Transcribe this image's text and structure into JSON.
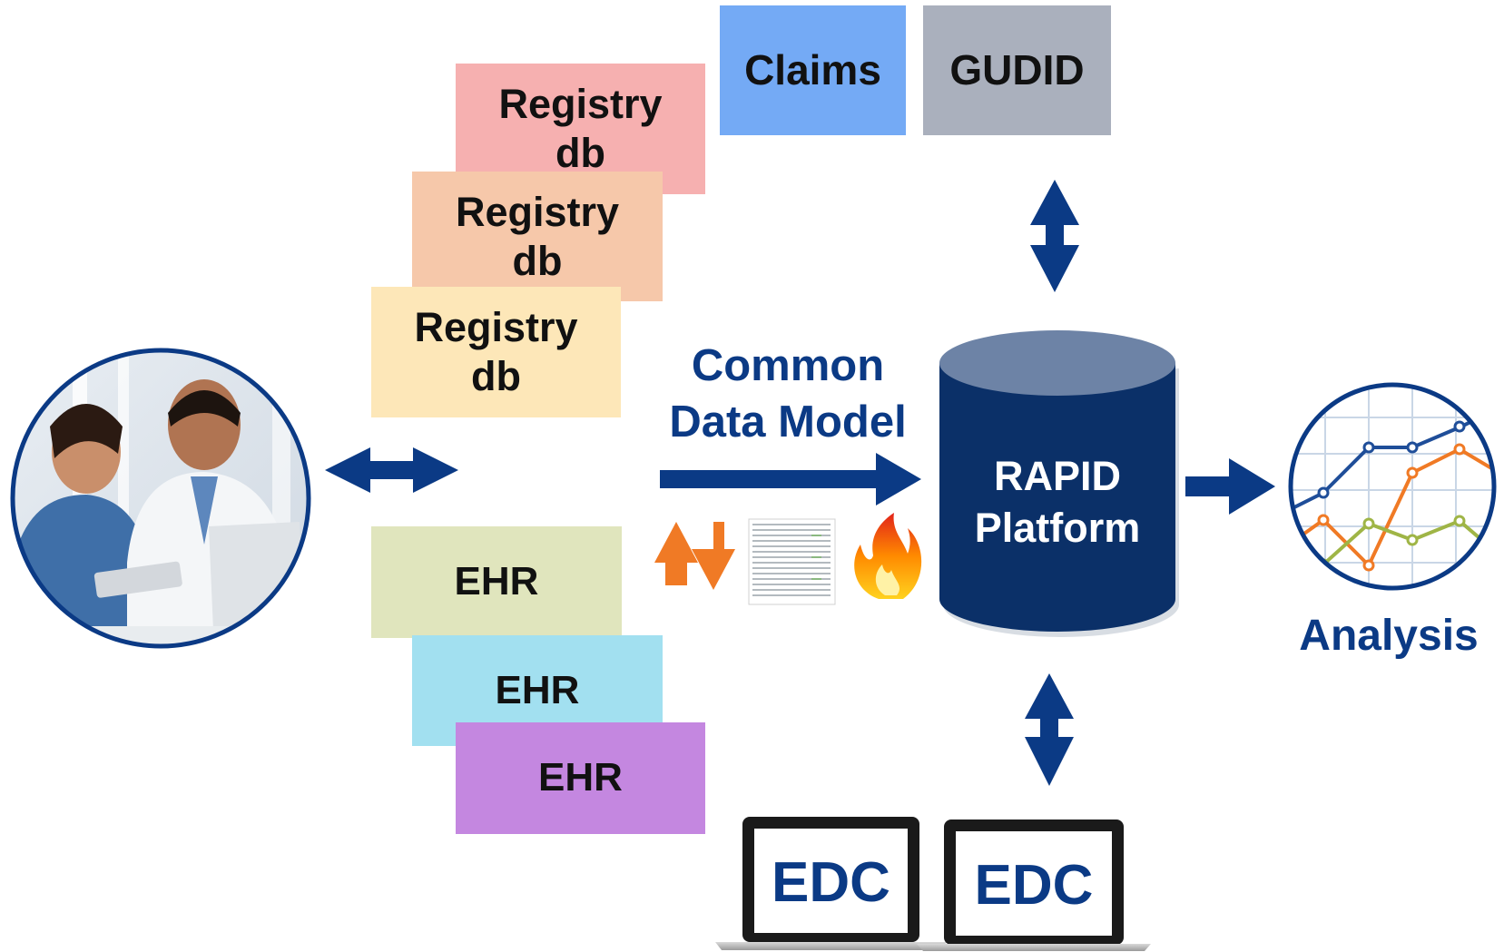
{
  "sources": {
    "claims": "Claims",
    "gudid": "GUDID",
    "registry_dbs": [
      "Registry\ndb",
      "Registry\ndb",
      "Registry\ndb"
    ],
    "ehrs": [
      "EHR",
      "EHR",
      "EHR"
    ]
  },
  "common_data_model": {
    "line1": "Common",
    "line2": "Data Model"
  },
  "platform": {
    "line1": "RAPID",
    "line2": "Platform"
  },
  "analysis_label": "Analysis",
  "edc_labels": [
    "EDC",
    "EDC"
  ],
  "icons": [
    "clinicians-photo",
    "bidirectional-arrow-icon",
    "transfer-arrows-icon",
    "spreadsheet-icon",
    "fire-icon",
    "database-cylinder-icon",
    "line-chart-icon",
    "laptop-icon"
  ],
  "colors": {
    "navy": "#0b3a85",
    "claims": "#74aaf5",
    "gudid": "#aab0bd",
    "registry_1": "#f6b0b0",
    "registry_2": "#f6c8aa",
    "registry_3": "#fde7b8",
    "ehr_1": "#e0e5bd",
    "ehr_2": "#a2e0f0",
    "ehr_3": "#c487e0"
  }
}
